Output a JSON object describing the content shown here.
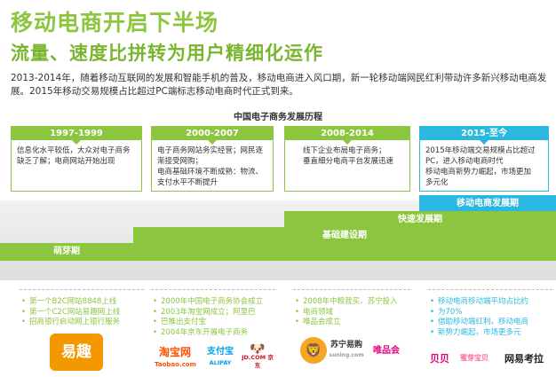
{
  "title": "移动电商开启下半场",
  "subtitle": "流量、速度比拼转为用户精细化运作",
  "intro": "2013-2014年，随着移动互联网的发展和智能手机的普及，移动电商进入风口期，新一轮移动端网民红利带动许多新兴移动电商发展。2015年移动交易规模占比超过PC端标志移动电商时代正式到来。",
  "chart_title": "中国电子商务发展历程",
  "eras": [
    {
      "period": "1997-1999",
      "lines": [
        "信息化水平较低，大众对电子商务",
        "缺乏了解；电商网站开始出现"
      ]
    },
    {
      "period": "2000-2007",
      "lines": [
        "电子商务网站务实经营；网民逐",
        "渐接受网购；",
        "电商基础环境不断成熟：物流、",
        "支付水平不断提升"
      ]
    },
    {
      "period": "2008-2014",
      "lines": [
        "线下企业布局电子商务；",
        "垂直细分电商平台发展迅速"
      ]
    },
    {
      "period": "2015-至今",
      "lines": [
        "2015年移动端交易规模占比超过",
        "PC，进入移动电商时代",
        "移动电商新势力崛起，市场更加",
        "多元化"
      ]
    }
  ],
  "stages": [
    "萌芽期",
    "基础建设期",
    "快速发展期",
    "移动电商发展期"
  ],
  "examples": [
    [
      "第一个B2C网站8848上线",
      "第一个C2C网站易趣网上线",
      "招商银行启动网上银行服务"
    ],
    [
      "2000年中国电子商务协会成立",
      "2003年淘宝网成立；阿里巴",
      "巴推出支付宝",
      "2004年京东开展电子商务"
    ],
    [
      "2008年中粮我买、苏宁投入",
      "电商领域",
      "唯品会成立"
    ],
    [
      "移动电商移动端平均占比约",
      "为70%",
      "借助移动端红利，移动电商",
      "新势力崛起，市场更多元"
    ]
  ],
  "logos": {
    "yiqu": "易趣",
    "taobao": "淘宝网",
    "taobao_url": "Taobao.com",
    "alipay": "支付宝",
    "alipay_en": "ALIPAY",
    "jd": "JD.COM 京东",
    "suning": "苏宁易购",
    "suning_url": "suning.com",
    "vip": "唯品会",
    "beibei": "贝贝",
    "mia": "蜜芽宝贝",
    "nonoise": "网易考拉"
  },
  "colors": {
    "green": "#8cc63f",
    "blue": "#2bb8e0",
    "grey_band": "#e6e6e6"
  }
}
